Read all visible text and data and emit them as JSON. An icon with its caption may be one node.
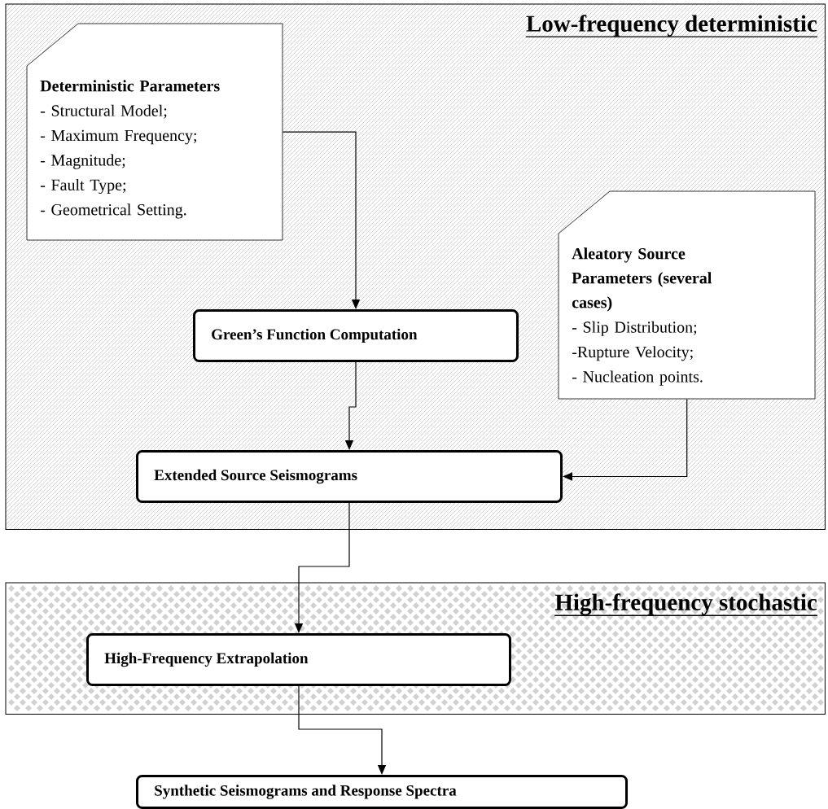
{
  "diagram": {
    "nodes": [
      {
        "text": [
          "Low-frequency deterministic"
        ]
      },
      {
        "text": [
          "Deterministic Parameters",
          "- Structural Model;",
          "- Maximum Frequency;",
          "- Magnitude;",
          "- Fault Type;",
          "- Geometrical Setting."
        ],
        "in": 0
      },
      {
        "text": [
          "Aleatory Source Parameters (several cases)",
          "- Slip Distribution;",
          "-Rupture Velocity;",
          "- Nucleation points."
        ],
        "in": 0
      },
      {
        "text": [
          "Green’s Function Computation"
        ],
        "in": 0
      },
      {
        "text": [
          "Extended Source Seismograms"
        ],
        "in": 0
      },
      {
        "text": [
          "High-frequency stochastic"
        ]
      },
      {
        "text": [
          "High-Frequency Extrapolation"
        ],
        "in": 5
      },
      {
        "text": [
          "Synthetic Seismograms and Response Spectra"
        ]
      }
    ],
    "edges": [
      {
        "from": 1,
        "to": 3,
        "arrow": "to"
      },
      {
        "from": 3,
        "to": 4,
        "arrow": "to"
      },
      {
        "from": 2,
        "to": 4,
        "arrow": "to"
      },
      {
        "from": 4,
        "to": 6,
        "arrow": "to"
      },
      {
        "from": 6,
        "to": 7,
        "arrow": "to"
      }
    ]
  }
}
